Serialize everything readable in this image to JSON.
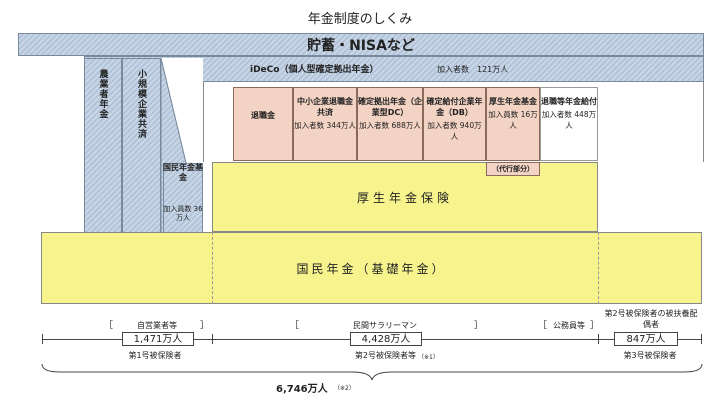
{
  "title": "年金制度のしくみ",
  "top_band": "貯蓄・NISAなど",
  "ideco": {
    "label": "iDeCo（個人型確定拠出年金）",
    "count": "加入者数　121万人"
  },
  "columns": {
    "nogyosha": "農業者年金",
    "shokibo": "小規模企業共済",
    "kokumin_kikin": "国民年金基金",
    "kokumin_kikin_count": "加入員数 36万人"
  },
  "boxes": [
    {
      "name": "退職金",
      "count": ""
    },
    {
      "name": "中小企業退職金共済",
      "count": "加入者数 344万人"
    },
    {
      "name": "確定拠出年金（企業型DC）",
      "count": "加入者数 688万人"
    },
    {
      "name": "確定給付企業年金（DB）",
      "count": "加入者数 940万人"
    },
    {
      "name": "厚生年金基金",
      "count": "加入員数 16万人"
    },
    {
      "name": "退職等年金給付",
      "count": "加入者数 448万人"
    }
  ],
  "daiko": "（代行部分）",
  "kosei": "厚生年金保険",
  "kokumin": "国民年金（基礎年金）",
  "groups": {
    "g1": {
      "label": "自営業者等",
      "count": "1,471万人",
      "type": "第1号被保険者"
    },
    "g2": {
      "label": "民間サラリーマン",
      "count": "4,428万人",
      "type": "第2号被保険者等",
      "note": "（※1）"
    },
    "g2b": {
      "label": "公務員等"
    },
    "g3": {
      "label": "第2号被保険者の被扶養配偶者",
      "count": "847万人",
      "type": "第3号被保険者"
    }
  },
  "total": {
    "count": "6,746万人",
    "note": "（※2）"
  }
}
